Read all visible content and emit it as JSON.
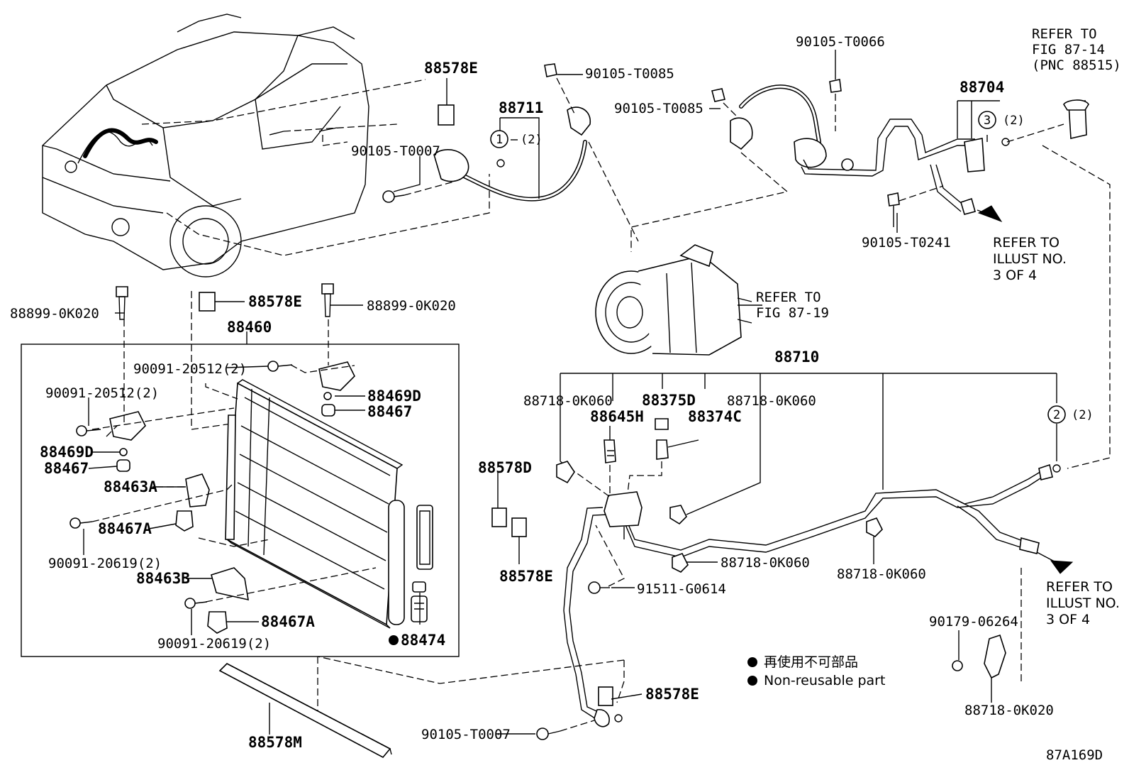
{
  "labels": {
    "l_88578E_top": "88578E",
    "l_88711": "88711",
    "l_90105_T0085_a": "90105-T0085",
    "l_90105_T0085_b": "90105-T0085",
    "l_90105_T0066": "90105-T0066",
    "l_refer_87_14_1": "REFER TO",
    "l_refer_87_14_2": "FIG 87-14",
    "l_refer_87_14_3": "(PNC 88515)",
    "l_88704": "88704",
    "l_90105_T0007_top": "90105-T0007",
    "l_90105_T0241": "90105-T0241",
    "l_refer_illust_a1": "REFER TO",
    "l_refer_illust_a2": "ILLUST NO.",
    "l_refer_illust_a3": "3 OF 4",
    "l_88899_left": "88899-0K020",
    "l_88578E_mid": "88578E",
    "l_88899_right": "88899-0K020",
    "l_refer_87_19_1": "REFER TO",
    "l_refer_87_19_2": "FIG 87-19",
    "l_88460": "88460",
    "l_90091_20512_a": "90091-20512(2)",
    "l_90091_20512_b": "90091-20512(2)",
    "l_88469D_right": "88469D",
    "l_88467_right": "88467",
    "l_88469D_left": "88469D",
    "l_88467_left": "88467",
    "l_88463A": "88463A",
    "l_88467A_a": "88467A",
    "l_90091_20619_a": "90091-20619(2)",
    "l_88463B": "88463B",
    "l_88467A_b": "88467A",
    "l_90091_20619_b": "90091-20619(2)",
    "l_88474": "88474",
    "l_88578M": "88578M",
    "l_88710": "88710",
    "l_88718_a": "88718-0K060",
    "l_88645H": "88645H",
    "l_88375D": "88375D",
    "l_88718_b": "88718-0K060",
    "l_88374C": "88374C",
    "l_88578D": "88578D",
    "l_88578E_low": "88578E",
    "l_91511": "91511-G0614",
    "l_88718_c": "88718-0K060",
    "l_88718_d": "88718-0K060",
    "l_refer_illust_b1": "REFER TO",
    "l_refer_illust_b2": "ILLUST NO.",
    "l_refer_illust_b3": "3 OF 4",
    "l_90179": "90179-06264",
    "l_88718_0K020": "88718-0K020",
    "l_88578E_bot": "88578E",
    "l_90105_T0007_bot": "90105-T0007",
    "l_circ1": "1",
    "l_circ1_qty": "(2)",
    "l_circ2": "2",
    "l_circ2_qty": "(2)",
    "l_circ3": "3",
    "l_circ3_qty": "(2)",
    "l_fig_code": "87A169D"
  },
  "legend": {
    "jp": "再使用不可部品",
    "en": "Non-reusable part"
  },
  "colors": {
    "ink": "#000000",
    "paper": "#ffffff"
  }
}
